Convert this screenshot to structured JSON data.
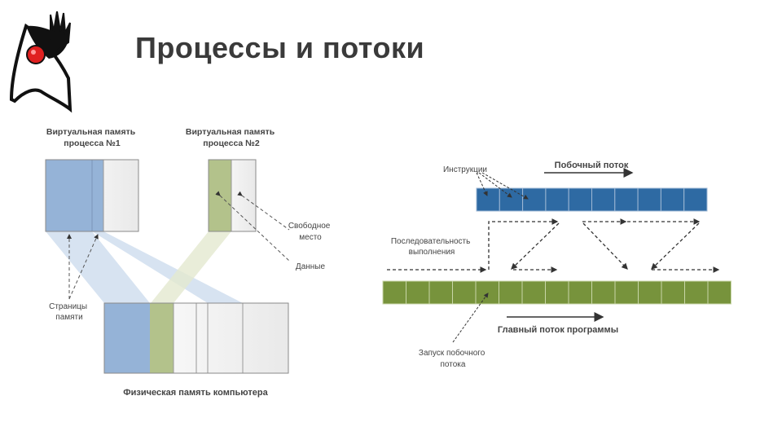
{
  "slide": {
    "title": "Процессы и потоки",
    "logo": "duke-java-mascot"
  },
  "left_diagram": {
    "vm1_label_line1": "Виртуальная память",
    "vm1_label_line2": "процесса №1",
    "vm2_label_line1": "Виртуальная память",
    "vm2_label_line2": "процесса №2",
    "free_label_line1": "Свободное",
    "free_label_line2": "место",
    "data_label": "Данные",
    "pages_label_line1": "Страницы",
    "pages_label_line2": "памяти",
    "physical_label": "Физическая память компьютера",
    "colors": {
      "blue": "#95b3d7",
      "green": "#b3c28b",
      "blue_beam": "#c9d9ec",
      "green_beam": "#e4e8cf"
    }
  },
  "right_diagram": {
    "instructions_label": "Инструкции",
    "side_thread_label": "Побочный поток",
    "sequence_label_line1": "Последовательность",
    "sequence_label_line2": "выполнения",
    "main_thread_label": "Главный поток программы",
    "spawn_label_line1": "Запуск побочного",
    "spawn_label_line2": "потока",
    "colors": {
      "side_thread": "#2e6aa3",
      "main_thread": "#77933c"
    }
  }
}
